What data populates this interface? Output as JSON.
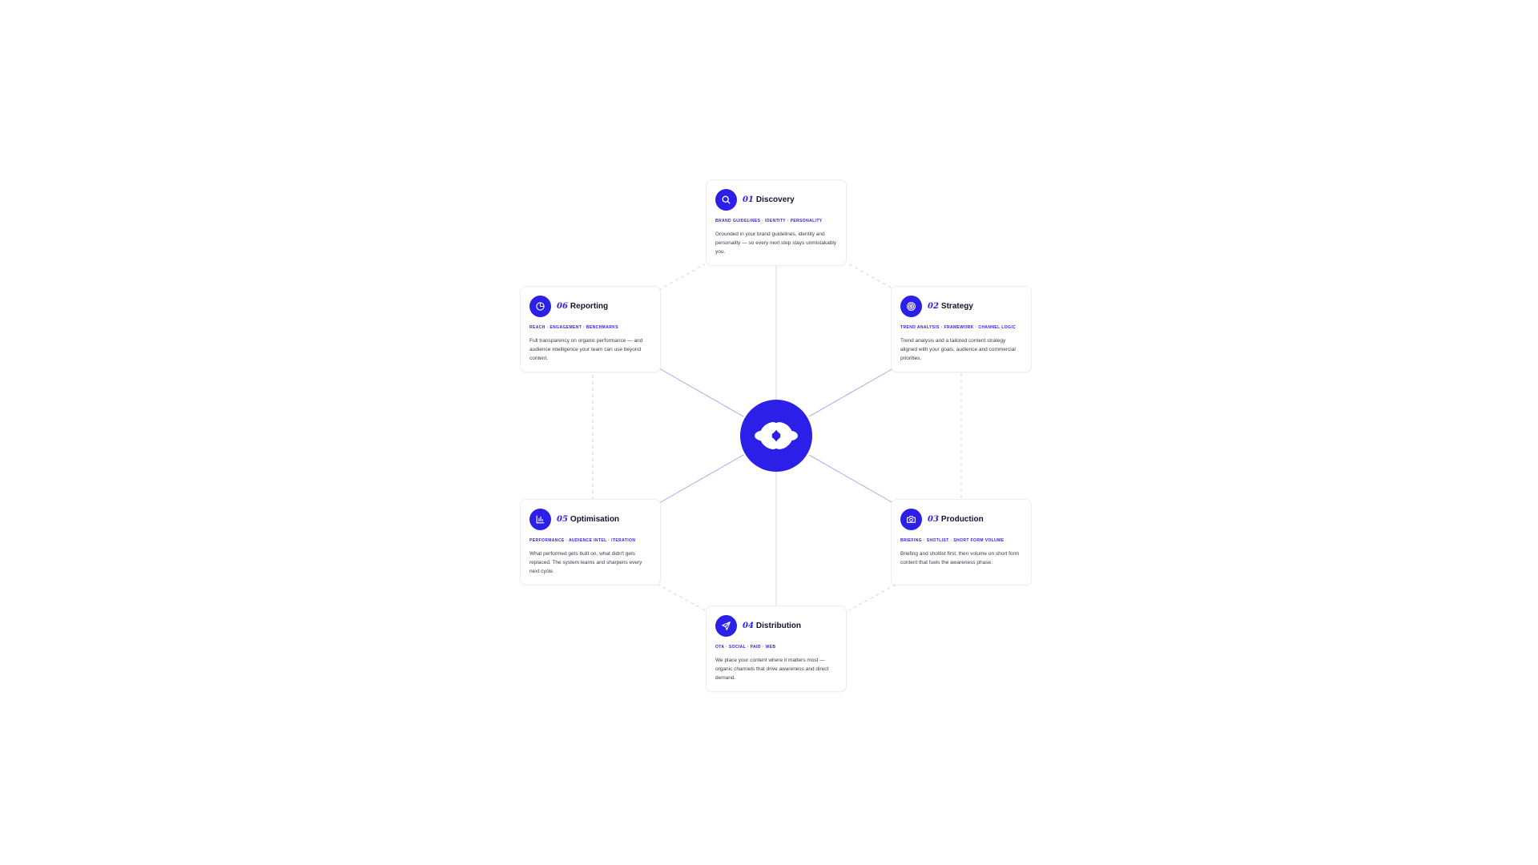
{
  "brand_color": "#2b1fe8",
  "hub": {
    "icon": "flower-icon"
  },
  "steps": [
    {
      "number": "01",
      "title": "Discovery",
      "icon": "search-icon",
      "tags": "BRAND GUIDELINES · IDENTITY · PERSONALITY",
      "description": "Grounded in your brand guidelines, identity and personality — so every next step stays unmistakably you."
    },
    {
      "number": "02",
      "title": "Strategy",
      "icon": "target-icon",
      "tags": "TREND ANALYSIS · FRAMEWORK · CHANNEL LOGIC",
      "description": "Trend analysis and a tailored content strategy aligned with your goals, audience and commercial priorities."
    },
    {
      "number": "03",
      "title": "Production",
      "icon": "camera-icon",
      "tags": "BRIEFING · SHOTLIST · SHORT FORM VOLUME",
      "description": "Briefing and shotlist first, then volume on short form content that fuels the awareness phase."
    },
    {
      "number": "04",
      "title": "Distribution",
      "icon": "send-icon",
      "tags": "OTA · SOCIAL · PAID · WEB",
      "description": "We place your content where it matters most — organic channels that drive awareness and direct demand."
    },
    {
      "number": "05",
      "title": "Optimisation",
      "icon": "bar-chart-icon",
      "tags": "PERFORMANCE · AUDIENCE INTEL · ITERATION",
      "description": "What performed gets built on, what didn't gets replaced. The system learns and sharpens every next cycle."
    },
    {
      "number": "06",
      "title": "Reporting",
      "icon": "pie-chart-icon",
      "tags": "REACH · ENGAGEMENT · BENCHMARKS",
      "description": "Full transparency on organic performance — and audience intelligence your team can use beyond content."
    }
  ]
}
